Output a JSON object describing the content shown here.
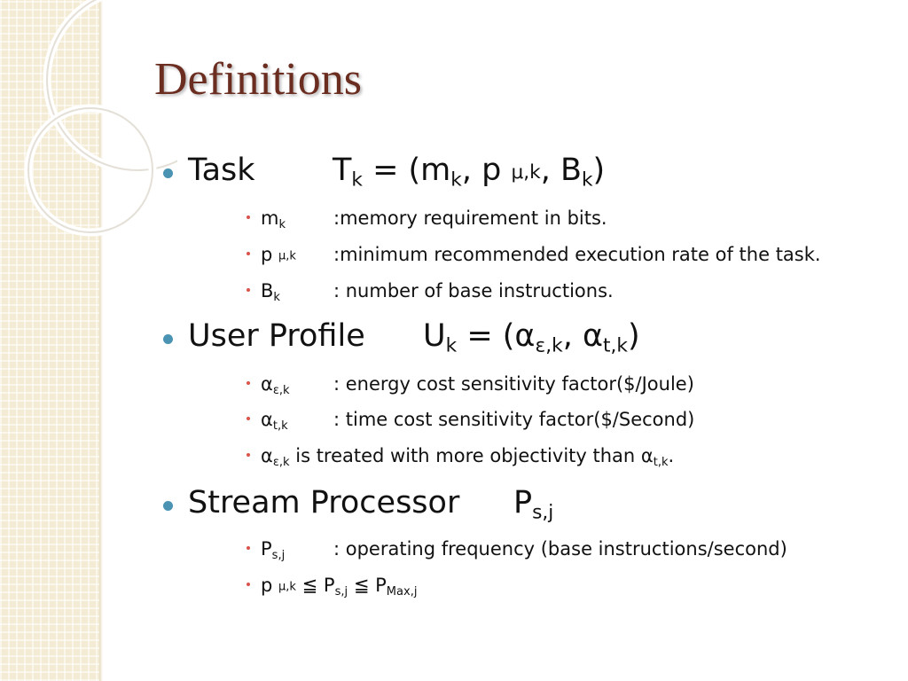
{
  "title": "Definitions",
  "task": {
    "label": "Task",
    "formula": {
      "T": "T",
      "k": "k",
      "eq": " = (m",
      "c1": ", p ",
      "muk": "μ,k",
      "c2": ", B",
      "close": ")"
    },
    "items": [
      {
        "sym": "m",
        "sub": "k",
        "desc": ":memory requirement in bits."
      },
      {
        "sym": "p ",
        "sub": "μ,k",
        "desc": ":minimum recommended execution rate of the task."
      },
      {
        "sym": "B",
        "sub": "k",
        "desc": ": number of base instructions."
      }
    ]
  },
  "user_profile": {
    "label": "User Profile",
    "formula": {
      "U": "U",
      "k": "k",
      "eq": " = (α",
      "ek": "ε,k",
      "c1": ", α",
      "tk": "t,k",
      "close": ")"
    },
    "items": [
      {
        "sym": "α",
        "sub": "ε,k",
        "desc": ": energy cost sensitivity factor($/Joule)"
      },
      {
        "sym": "α",
        "sub": "t,k",
        "desc": ": time cost sensitivity factor($/Second)"
      },
      {
        "sym": "α",
        "sub": "ε,k",
        "mid": " is treated with more objectivity than α",
        "sub2": "t,k",
        "end": "."
      }
    ]
  },
  "stream_processor": {
    "label": "Stream Processor",
    "formula": {
      "P": "P",
      "sj": "s,j"
    },
    "items": [
      {
        "sym": "P",
        "sub": "s,j",
        "desc": ": operating frequency (base instructions/second)"
      },
      {
        "p": "p ",
        "muk": "μ,k",
        "leq1": " ≦ P",
        "sj": "s,j",
        "leq2": " ≦ P",
        "max": "Max,j"
      }
    ]
  },
  "colors": {
    "title": "#6b2d20",
    "bullet_main": "#4a93b2",
    "bullet_sub": "#d9534a",
    "sidebar": "#f3ebd3"
  }
}
